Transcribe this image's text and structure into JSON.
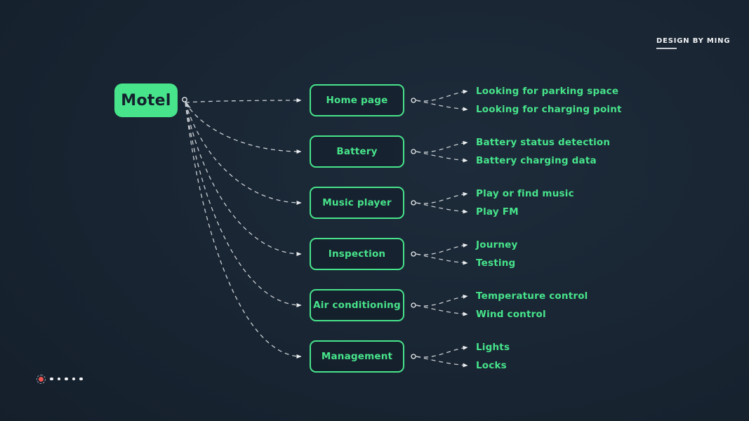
{
  "watermark": {
    "label": "DESIGN BY MING"
  },
  "root": {
    "label": "Motel"
  },
  "branches": [
    {
      "label": "Home page",
      "children": [
        "Looking for parking space",
        "Looking for charging point"
      ]
    },
    {
      "label": "Battery",
      "children": [
        "Battery status detection",
        "Battery charging data"
      ]
    },
    {
      "label": "Music player",
      "children": [
        "Play or find music",
        "Play FM"
      ]
    },
    {
      "label": "Inspection",
      "children": [
        "Journey",
        "Testing"
      ]
    },
    {
      "label": "Air conditioning",
      "children": [
        "Temperature control",
        "Wind control"
      ]
    },
    {
      "label": "Management",
      "children": [
        "Lights",
        "Locks"
      ]
    }
  ],
  "pagination": {
    "total": 6,
    "active_index": 0
  },
  "colors": {
    "accent_green": "#47e48b",
    "background_dark": "#131e2a",
    "node_text_dark": "#14202d",
    "connector_line": "#c9ced3",
    "arrowhead": "#eceff1",
    "active_dot_red": "#ef5350",
    "inactive_dot": "#f2f4f6"
  }
}
